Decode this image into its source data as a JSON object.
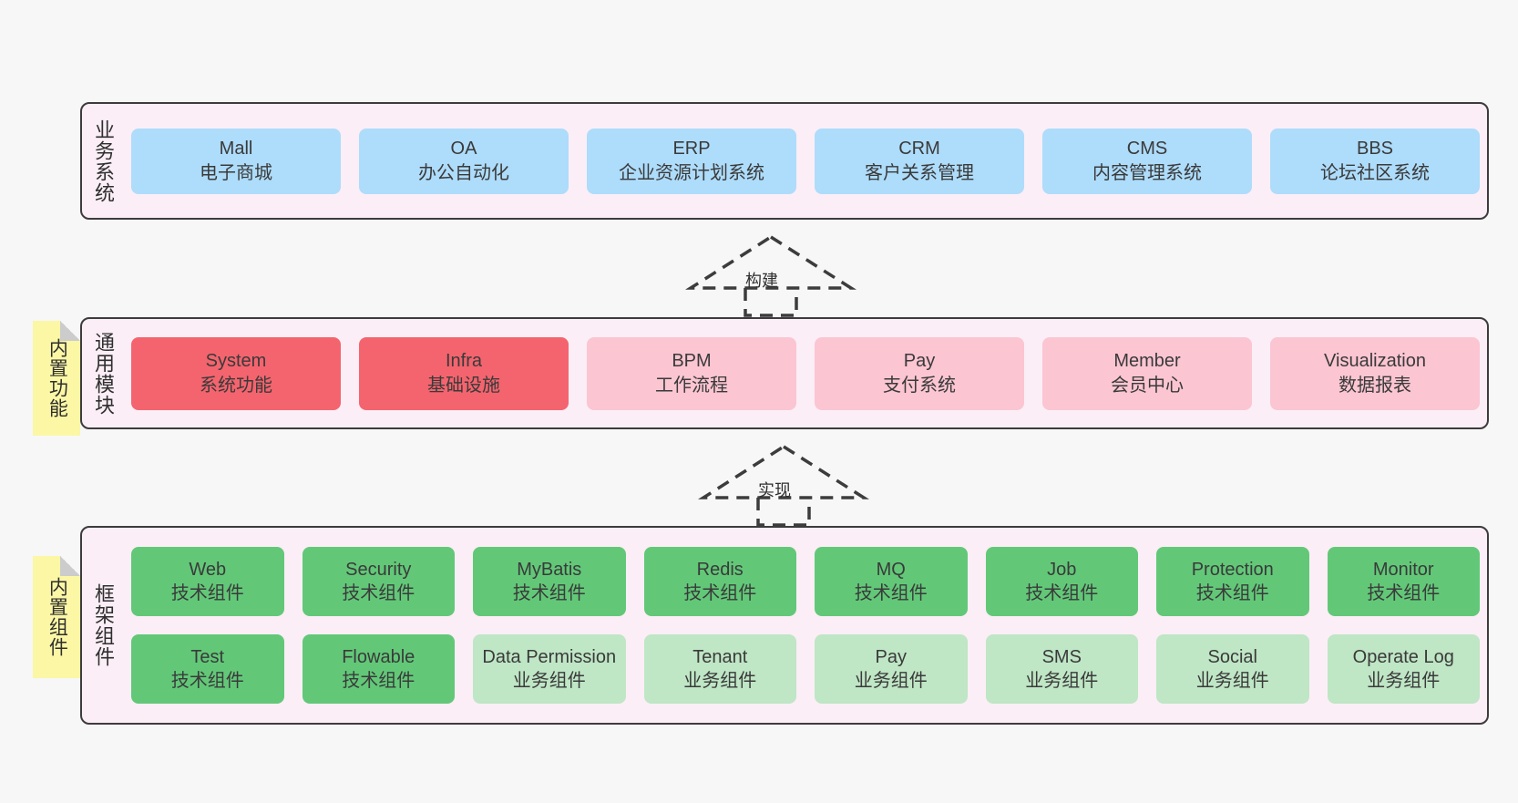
{
  "colors": {
    "canvas_bg": "#f7f7f7",
    "band_bg": "#fbeef6",
    "band_border": "#3c3c3c",
    "business_cell": "#aedcfb",
    "core_module_cell": "#f4646e",
    "module_cell": "#fbc5d2",
    "tech_component_cell": "#62c878",
    "business_component_cell": "#bfe6c5",
    "note_bg": "#fbf7a5",
    "text": "#3a3a3a"
  },
  "notes": [
    {
      "id": "builtin-functions",
      "label": "内置功能"
    },
    {
      "id": "builtin-components",
      "label": "内置组件"
    }
  ],
  "connectors": [
    {
      "id": "build",
      "label": "构建",
      "style": "dashed-realization-arrow-up"
    },
    {
      "id": "implement",
      "label": "实现",
      "style": "dashed-realization-arrow-up"
    }
  ],
  "bands": [
    {
      "id": "business",
      "label": "业务系统",
      "rows": [
        {
          "cells": [
            {
              "en": "Mall",
              "cn": "电子商城",
              "color": "blue"
            },
            {
              "en": "OA",
              "cn": "办公自动化",
              "color": "blue"
            },
            {
              "en": "ERP",
              "cn": "企业资源计划系统",
              "color": "blue"
            },
            {
              "en": "CRM",
              "cn": "客户关系管理",
              "color": "blue"
            },
            {
              "en": "CMS",
              "cn": "内容管理系统",
              "color": "blue"
            },
            {
              "en": "BBS",
              "cn": "论坛社区系统",
              "color": "blue"
            }
          ]
        }
      ]
    },
    {
      "id": "common",
      "label": "通用模块",
      "rows": [
        {
          "cells": [
            {
              "en": "System",
              "cn": "系统功能",
              "color": "red"
            },
            {
              "en": "Infra",
              "cn": "基础设施",
              "color": "red"
            },
            {
              "en": "BPM",
              "cn": "工作流程",
              "color": "pink"
            },
            {
              "en": "Pay",
              "cn": "支付系统",
              "color": "pink"
            },
            {
              "en": "Member",
              "cn": "会员中心",
              "color": "pink"
            },
            {
              "en": "Visualization",
              "cn": "数据报表",
              "color": "pink"
            }
          ]
        }
      ]
    },
    {
      "id": "framework",
      "label": "框架组件",
      "rows": [
        {
          "cells": [
            {
              "en": "Web",
              "cn": "技术组件",
              "color": "green"
            },
            {
              "en": "Security",
              "cn": "技术组件",
              "color": "green"
            },
            {
              "en": "MyBatis",
              "cn": "技术组件",
              "color": "green"
            },
            {
              "en": "Redis",
              "cn": "技术组件",
              "color": "green"
            },
            {
              "en": "MQ",
              "cn": "技术组件",
              "color": "green"
            },
            {
              "en": "Job",
              "cn": "技术组件",
              "color": "green"
            },
            {
              "en": "Protection",
              "cn": "技术组件",
              "color": "green"
            },
            {
              "en": "Monitor",
              "cn": "技术组件",
              "color": "green"
            }
          ]
        },
        {
          "cells": [
            {
              "en": "Test",
              "cn": "技术组件",
              "color": "green"
            },
            {
              "en": "Flowable",
              "cn": "技术组件",
              "color": "green"
            },
            {
              "en": "Data Permission",
              "cn": "业务组件",
              "color": "lightgreen"
            },
            {
              "en": "Tenant",
              "cn": "业务组件",
              "color": "lightgreen"
            },
            {
              "en": "Pay",
              "cn": "业务组件",
              "color": "lightgreen"
            },
            {
              "en": "SMS",
              "cn": "业务组件",
              "color": "lightgreen"
            },
            {
              "en": "Social",
              "cn": "业务组件",
              "color": "lightgreen"
            },
            {
              "en": "Operate Log",
              "cn": "业务组件",
              "color": "lightgreen"
            }
          ]
        }
      ]
    }
  ]
}
